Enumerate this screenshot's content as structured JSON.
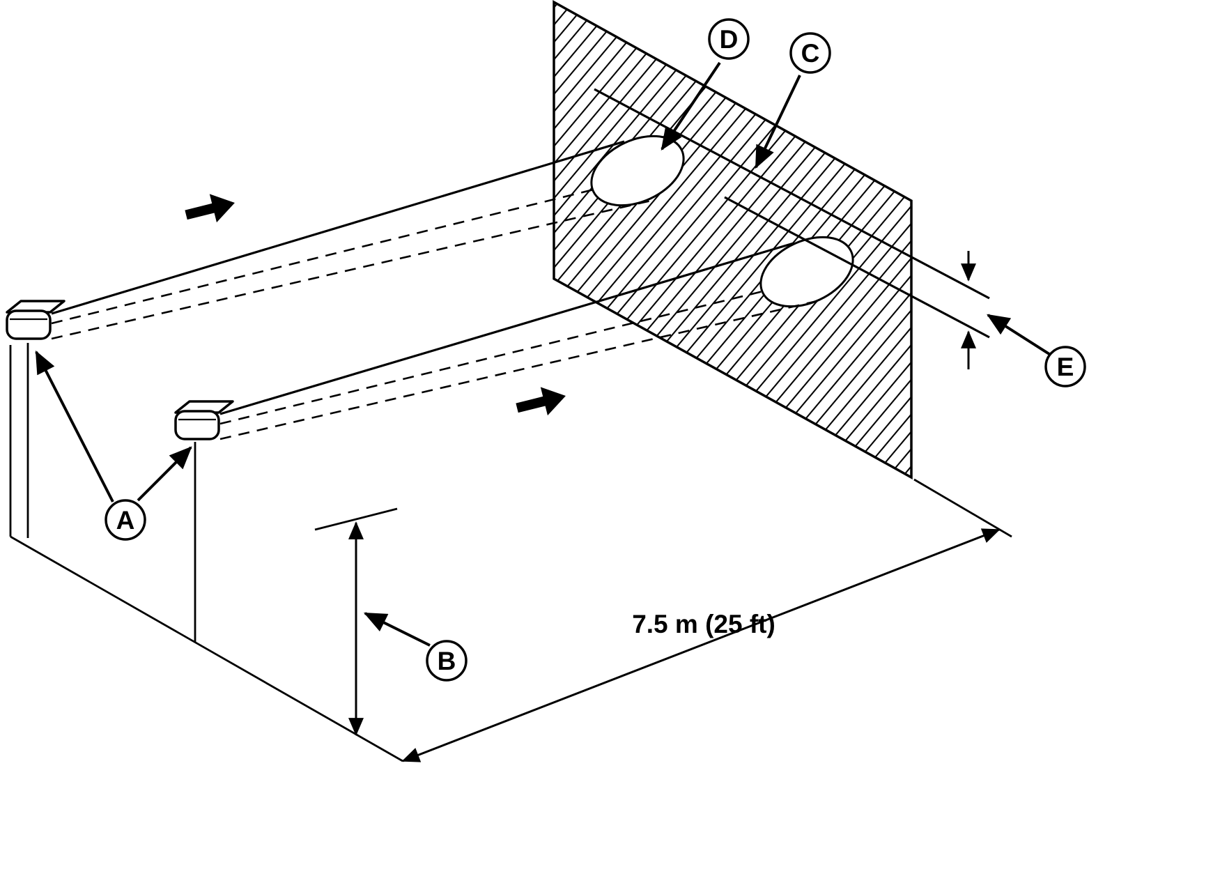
{
  "figure": {
    "colors": {
      "ink": "#000000",
      "background": "#ffffff"
    },
    "callouts": [
      {
        "label": "A"
      },
      {
        "label": "B"
      },
      {
        "label": "C"
      },
      {
        "label": "D"
      },
      {
        "label": "E"
      }
    ],
    "dimensions": {
      "distance": "7.5 m (25 ft)"
    }
  }
}
